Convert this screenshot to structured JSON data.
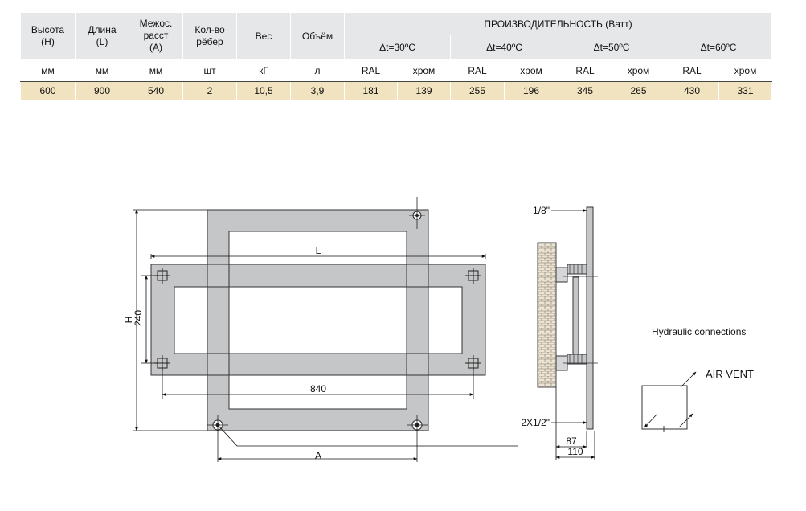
{
  "table": {
    "headers": {
      "height": "Высота",
      "height_sym": "(H)",
      "length": "Длина",
      "length_sym": "(L)",
      "spacing_1": "Межос.",
      "spacing_2": "расст",
      "spacing_sym": "(A)",
      "fins_1": "Кол-во",
      "fins_2": "рёбер",
      "weight": "Вес",
      "volume": "Объём",
      "performance": "ПРОИЗВОДИТЕЛЬНОСТЬ (Ватт)",
      "dt30": "Δt=30ºC",
      "dt40": "Δt=40ºC",
      "dt50": "Δt=50ºC",
      "dt60": "Δt=60ºC"
    },
    "units": [
      "мм",
      "мм",
      "мм",
      "шт",
      "кГ",
      "л",
      "RAL",
      "хром",
      "RAL",
      "хром",
      "RAL",
      "хром",
      "RAL",
      "хром"
    ],
    "values": [
      "600",
      "900",
      "540",
      "2",
      "10,5",
      "3,9",
      "181",
      "139",
      "255",
      "196",
      "345",
      "265",
      "430",
      "331"
    ]
  },
  "drawing": {
    "front": {
      "label_L": "L",
      "label_H": "H",
      "label_240": "240",
      "label_840": "840",
      "label_A": "A"
    },
    "side": {
      "label_thread_top": "1/8\"",
      "label_thread_bottom": "2X1/2\"",
      "label_87": "87",
      "label_110": "110"
    },
    "legend": {
      "title": "Hydraulic connections",
      "air_vent": "AIR VENT"
    },
    "colors": {
      "radiator_fill": "#c5c6c8",
      "wall_fill": "#e9e0cf"
    }
  }
}
